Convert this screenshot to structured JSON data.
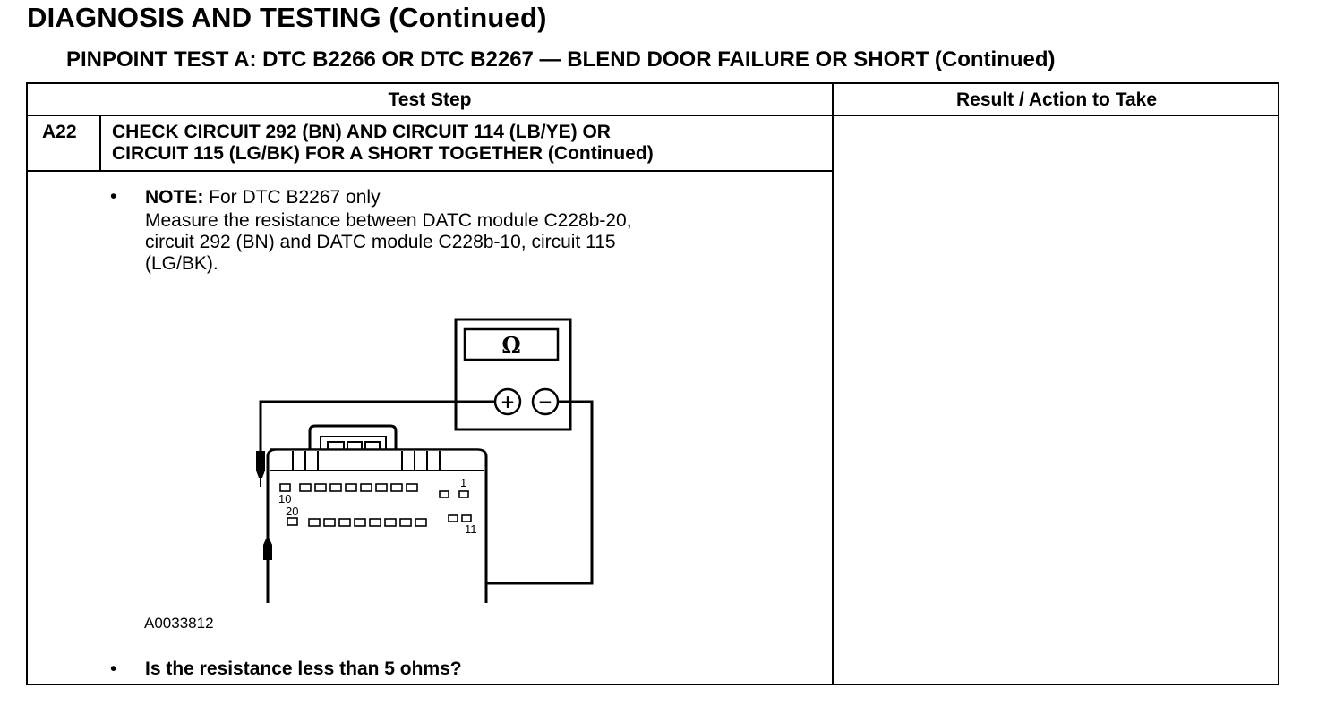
{
  "page": {
    "title": "DIAGNOSIS AND TESTING (Continued)",
    "test_title": "PINPOINT TEST A: DTC B2266 OR DTC B2267 — BLEND DOOR FAILURE OR SHORT (Continued)"
  },
  "table": {
    "col_test_step": "Test Step",
    "col_result": "Result / Action to Take"
  },
  "step": {
    "id": "A22",
    "title_line1": "CHECK CIRCUIT 292 (BN) AND CIRCUIT 114 (LB/YE) OR",
    "title_line2": "CIRCUIT 115 (LG/BK) FOR A SHORT TOGETHER (Continued)",
    "bullet": "•",
    "note_label": "NOTE:",
    "note_text": " For DTC B2267 only",
    "instruction_line1": "Measure the resistance between DATC module C228b-20,",
    "instruction_line2": "circuit 292 (BN) and DATC module C228b-10, circuit 115",
    "instruction_line3": "(LG/BK).",
    "question": "Is the resistance less than 5 ohms?"
  },
  "figure": {
    "code": "A0033812",
    "meter_symbol": "Ω",
    "plus_symbol": "+",
    "minus_symbol": "−",
    "pin_top_left": "10",
    "pin_top_right": "1",
    "pin_bottom_left": "20",
    "pin_bottom_right": "11"
  }
}
